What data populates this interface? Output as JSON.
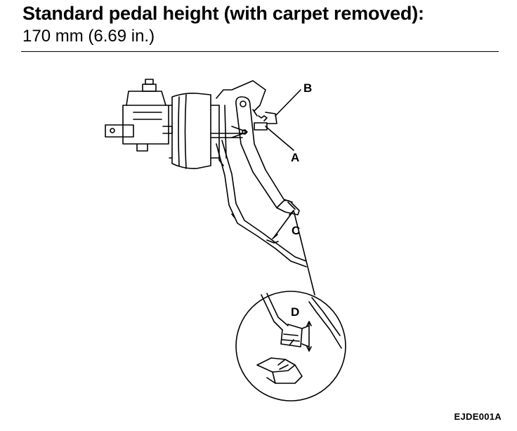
{
  "header": {
    "title": "Standard pedal height (with carpet removed):",
    "value": "170 mm (6.69 in.)"
  },
  "callouts": {
    "a": "A",
    "b": "B",
    "c": "C",
    "d": "D"
  },
  "figure_id": "EJDE001A"
}
